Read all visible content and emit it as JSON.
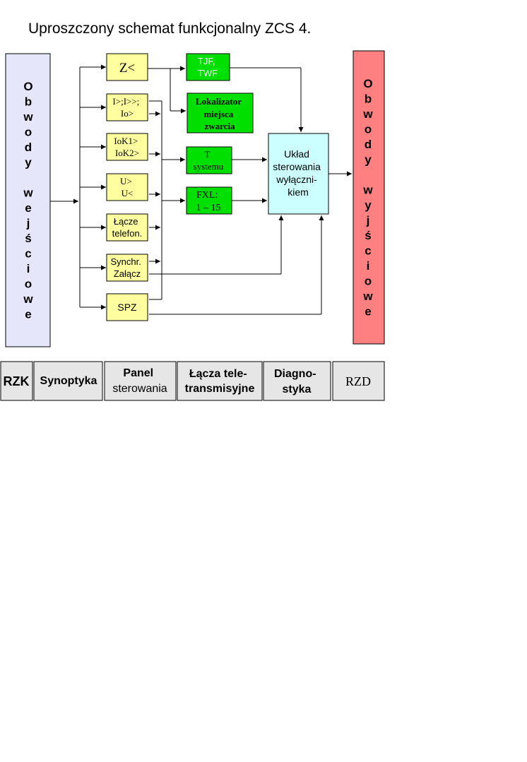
{
  "title": "Uproszczony schemat funkcjonalny ZCS 4.",
  "inputs_label": [
    "O",
    "b",
    "w",
    "o",
    "d",
    "y",
    "",
    "w",
    "e",
    "j",
    "ś",
    "c",
    "i",
    "o",
    "w",
    "e"
  ],
  "outputs_label": [
    "O",
    "b",
    "w",
    "o",
    "d",
    "y",
    "",
    "w",
    "y",
    "j",
    "ś",
    "c",
    "i",
    "o",
    "w",
    "e"
  ],
  "functions": [
    {
      "lines": [
        "Z<"
      ]
    },
    {
      "lines": [
        "I>;I>>;",
        "Io>"
      ]
    },
    {
      "lines": [
        "IoK1>",
        "IoK2>"
      ]
    },
    {
      "lines": [
        "U>",
        "U<"
      ]
    },
    {
      "lines": [
        "Łącze",
        "telefon."
      ]
    },
    {
      "lines": [
        "Synchr.",
        "Załącz"
      ]
    },
    {
      "lines": [
        "SPZ"
      ]
    }
  ],
  "signals": [
    {
      "lines": [
        "TJF,",
        "TWF"
      ]
    },
    {
      "lines": [
        "Lokalizator",
        "miejsca",
        "zwarcia"
      ]
    },
    {
      "lines": [
        "T",
        "systemu"
      ]
    },
    {
      "lines": [
        "FXL:",
        "1 – 15"
      ]
    }
  ],
  "control": {
    "lines": [
      "Układ",
      "sterowania",
      "wyłączni-",
      "kiem"
    ]
  },
  "bottom_tabs": [
    {
      "lines": [
        "RZK"
      ]
    },
    {
      "lines": [
        "Synoptyka"
      ]
    },
    {
      "lines": [
        "Panel",
        "sterowania"
      ]
    },
    {
      "lines": [
        "Łącza tele-",
        "transmisyjne"
      ]
    },
    {
      "lines": [
        "Diagno-",
        "styka"
      ]
    },
    {
      "lines": [
        "RZD"
      ]
    }
  ],
  "colors": {
    "input_fill": "#e6e6fa",
    "output_fill": "#ff8080",
    "function_fill": "#ffffa0",
    "signal_fill": "#00e000",
    "control_fill": "#ccffff",
    "tab_fill": "#e6e6e6",
    "tjf_text": "#ffffff"
  }
}
